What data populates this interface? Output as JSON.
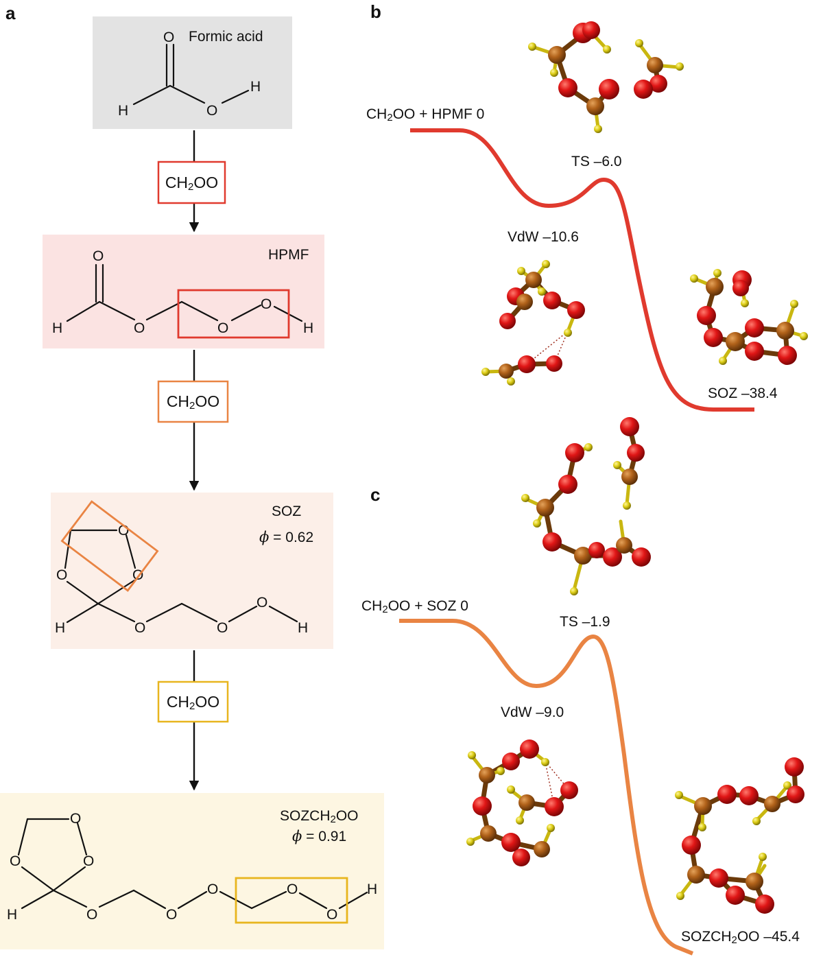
{
  "panels": {
    "a": "a",
    "b": "b",
    "c": "c"
  },
  "colors": {
    "formic_bg": "#e3e3e3",
    "hpmf_bg": "#fbe3e2",
    "soz_bg": "#fcefe8",
    "sozch2oo_bg": "#fdf6e2",
    "red": "#e03a2e",
    "orange": "#e98443",
    "yellow": "#e8b51e",
    "oxygen": "#d81414",
    "carbon": "#b36417",
    "hydrogen": "#e1d51a"
  },
  "panel_a": {
    "formic_acid": {
      "name": "Formic acid"
    },
    "hpmf": {
      "name": "HPMF"
    },
    "soz": {
      "name": "SOZ",
      "phi_symbol": "ϕ",
      "phi_value": " = 0.62"
    },
    "sozch2oo": {
      "name": "SOZCH",
      "name_sub": "2",
      "name_end": "OO",
      "phi_symbol": "ϕ",
      "phi_value": " = 0.91"
    },
    "reagent": {
      "pre": "CH",
      "sub": "2",
      "post": "OO"
    },
    "atoms": {
      "O": "O",
      "H": "H"
    }
  },
  "panel_b": {
    "start": {
      "pre": "CH",
      "sub": "2",
      "post": "OO + HPMF 0"
    },
    "ts": "TS –6.0",
    "vdw": "VdW –10.6",
    "product": "SOZ –38.4"
  },
  "panel_c": {
    "start": {
      "pre": "CH",
      "sub": "2",
      "post": "OO + SOZ 0"
    },
    "ts": "TS –1.9",
    "vdw": "VdW –9.0",
    "product": {
      "pre": "SOZCH",
      "sub": "2",
      "post": "OO –45.4"
    }
  }
}
